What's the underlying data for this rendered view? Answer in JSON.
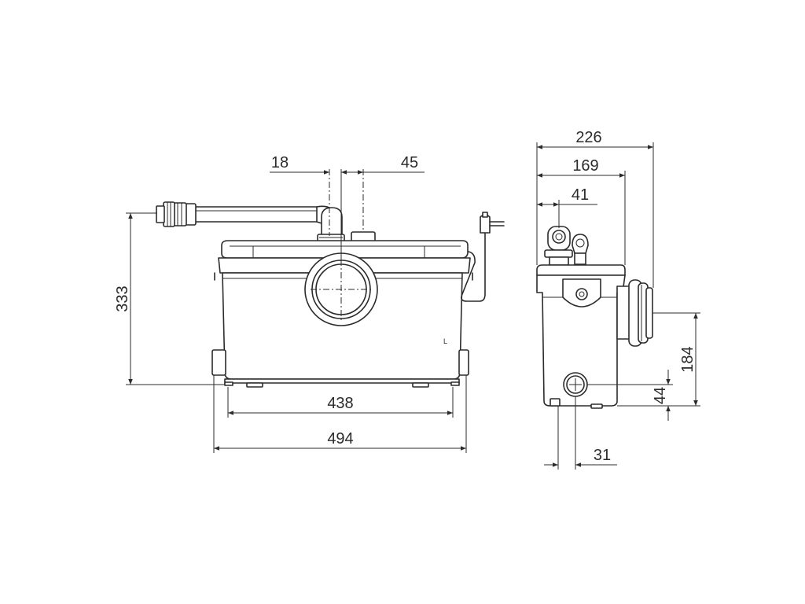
{
  "front_view": {
    "dim_inlet_offset": "18",
    "dim_vent_offset": "45",
    "dim_height": "333",
    "dim_feet_span": "438",
    "dim_overall_width": "494",
    "side_marking": "L"
  },
  "side_view": {
    "dim_overall_depth": "226",
    "dim_body_depth": "169",
    "dim_outlet_offset": "41",
    "dim_inlet_height": "184",
    "dim_bottom_inlet_height": "44",
    "dim_bottom_inlet_offset": "31"
  },
  "colors": {
    "line": "#2b2b2b",
    "background": "#ffffff"
  }
}
